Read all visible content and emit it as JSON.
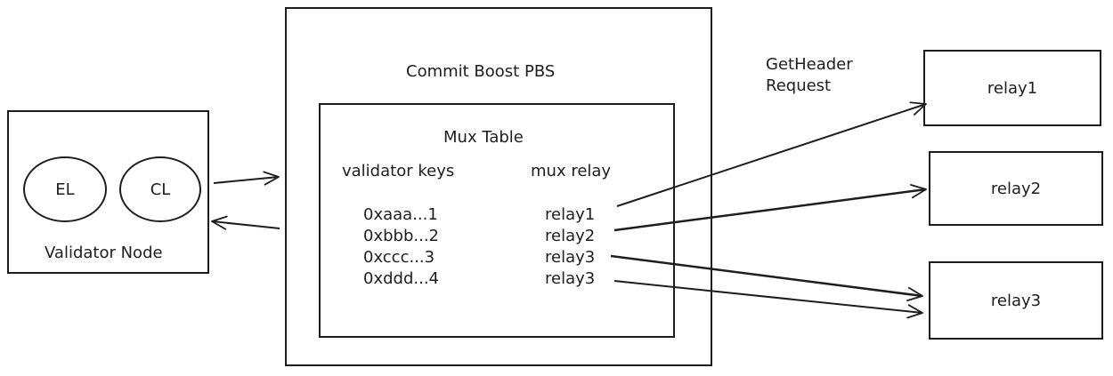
{
  "validator_node": {
    "label": "Validator Node",
    "el_label": "EL",
    "cl_label": "CL"
  },
  "pbs": {
    "title": "Commit Boost PBS",
    "mux_table": {
      "title": "Mux Table",
      "keys_header": "validator keys",
      "relay_header": "mux relay",
      "rows": [
        {
          "key": "0xaaa...1",
          "relay": "relay1"
        },
        {
          "key": "0xbbb...2",
          "relay": "relay2"
        },
        {
          "key": "0xccc...3",
          "relay": "relay3"
        },
        {
          "key": "0xddd...4",
          "relay": "relay3"
        }
      ]
    }
  },
  "request_label": {
    "line1": "GetHeader",
    "line2": "Request"
  },
  "relays": [
    {
      "label": "relay1"
    },
    {
      "label": "relay2"
    },
    {
      "label": "relay3"
    }
  ],
  "colors": {
    "stroke": "#1e1e1e",
    "background": "#ffffff"
  }
}
